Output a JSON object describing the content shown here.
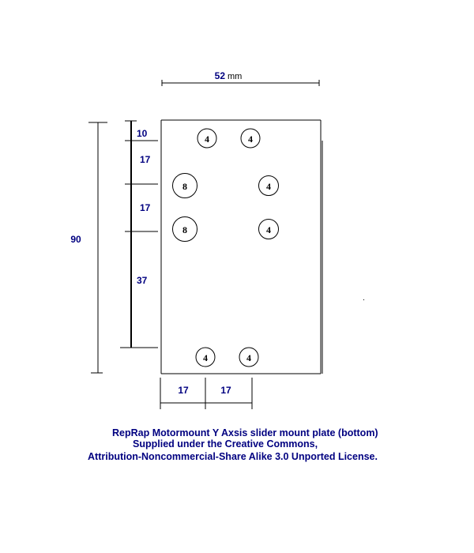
{
  "dimensions": {
    "width_value": "52",
    "width_unit": "mm",
    "height_total": "90",
    "vertical_segments": [
      "10",
      "17",
      "17",
      "37"
    ],
    "bottom_segments": [
      "17",
      "17"
    ]
  },
  "holes": [
    {
      "label": "4"
    },
    {
      "label": "4"
    },
    {
      "label": "8"
    },
    {
      "label": "4"
    },
    {
      "label": "8"
    },
    {
      "label": "4"
    },
    {
      "label": "4"
    },
    {
      "label": "4"
    }
  ],
  "caption": {
    "line1": "RepRap Motormount Y Axsis slider mount plate (bottom)",
    "line2": "Supplied under the Creative Commons,",
    "line3": "Attribution-Noncommercial-Share Alike 3.0 Unported License."
  },
  "colors": {
    "line": "#000000",
    "dimension_text": "#000080"
  }
}
